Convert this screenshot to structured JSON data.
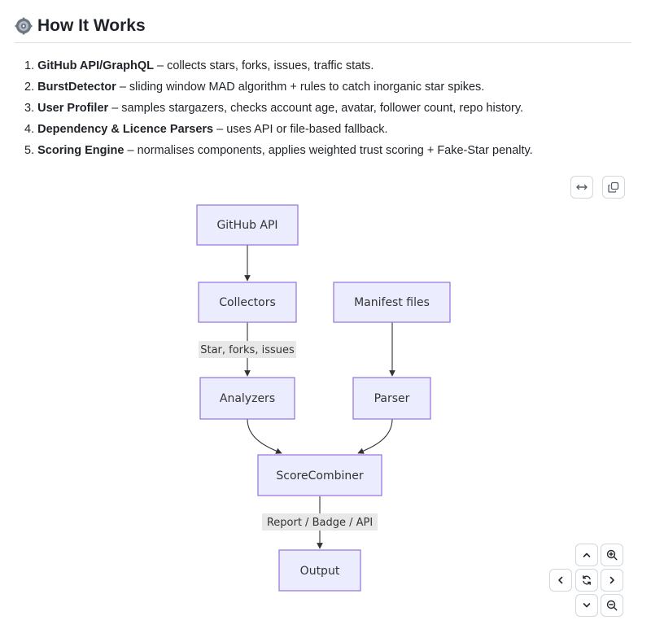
{
  "section": {
    "title": "How It Works",
    "icon": "gear-icon"
  },
  "steps": [
    {
      "number": "1.",
      "name": "GitHub API/GraphQL",
      "desc": " – collects stars, forks, issues, traffic stats."
    },
    {
      "number": "2.",
      "name": "BurstDetector",
      "desc": " – sliding window MAD algorithm + rules to catch inorganic star spikes."
    },
    {
      "number": "3.",
      "name": "User Profiler",
      "desc": " – samples stargazers, checks account age, avatar, follower count, repo history."
    },
    {
      "number": "4.",
      "name": "Dependency & Licence Parsers",
      "desc": " – uses API or file-based fallback."
    },
    {
      "number": "5.",
      "name": "Scoring Engine",
      "desc": " – normalises components, applies weighted trust scoring + Fake-Star penalty."
    }
  ],
  "diagram": {
    "nodes": {
      "github_api": "GitHub API",
      "collectors": "Collectors",
      "manifest_files": "Manifest files",
      "analyzers": "Analyzers",
      "parser": "Parser",
      "score_combiner": "ScoreCombiner",
      "output": "Output"
    },
    "edge_labels": {
      "collectors_to_analyzers": "Star, forks, issues",
      "combiner_to_output": "Report / Badge / API"
    },
    "colors": {
      "node_fill": "#ECECFF",
      "node_stroke": "#9370DB",
      "edge": "#333333",
      "label_bg": "#e8e8e8"
    }
  },
  "toolbar": {
    "expand_icon": "expand-horizontal-icon",
    "copy_icon": "copy-icon"
  },
  "navigation": {
    "up": "chevron-up-icon",
    "down": "chevron-down-icon",
    "left": "chevron-left-icon",
    "right": "chevron-right-icon",
    "reset": "reset-icon",
    "zoom_in": "zoom-in-icon",
    "zoom_out": "zoom-out-icon"
  }
}
